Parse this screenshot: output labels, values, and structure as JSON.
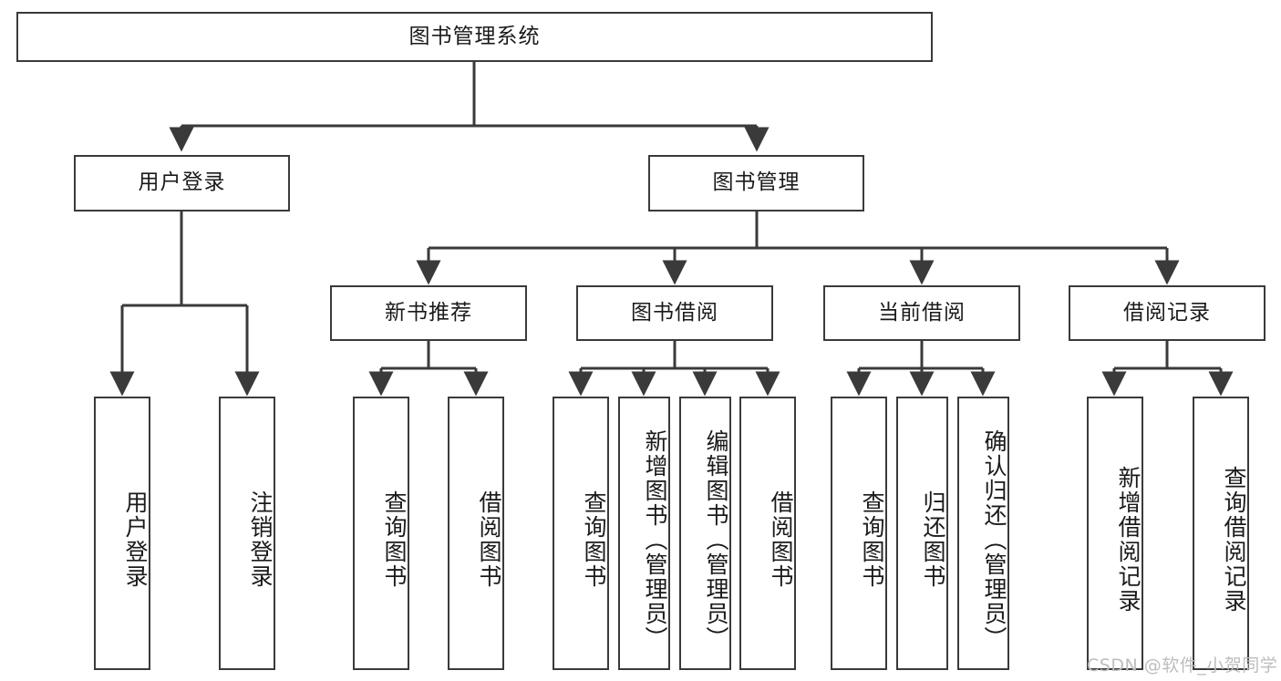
{
  "diagram": {
    "title": "图书管理系统",
    "type": "tree-hierarchy-chart",
    "root": {
      "label": "图书管理系统"
    },
    "level2": [
      {
        "label": "用户登录"
      },
      {
        "label": "图书管理"
      }
    ],
    "level3": [
      {
        "label": "新书推荐"
      },
      {
        "label": "图书借阅"
      },
      {
        "label": "当前借阅"
      },
      {
        "label": "借阅记录"
      }
    ],
    "leaves": {
      "user_login": [
        {
          "label": "用户登录"
        },
        {
          "label": "注销登录"
        }
      ],
      "new_book_recommend": [
        {
          "label": "查询图书"
        },
        {
          "label": "借阅图书"
        }
      ],
      "book_borrow": [
        {
          "label": "查询图书"
        },
        {
          "label": "新增图书（管理员）"
        },
        {
          "label": "编辑图书（管理员）"
        },
        {
          "label": "借阅图书"
        }
      ],
      "current_borrow": [
        {
          "label": "查询图书"
        },
        {
          "label": "归还图书"
        },
        {
          "label": "确认归还（管理员）"
        }
      ],
      "borrow_record": [
        {
          "label": "新增借阅记录"
        },
        {
          "label": "查询借阅记录"
        }
      ]
    }
  },
  "watermark": {
    "text": "CSDN @软件_小贺同学"
  },
  "colors": {
    "stroke": "#3a3a3a",
    "box_fill": "#ffffff",
    "text": "#1a1a1a",
    "watermark": "#bdbdbd"
  }
}
